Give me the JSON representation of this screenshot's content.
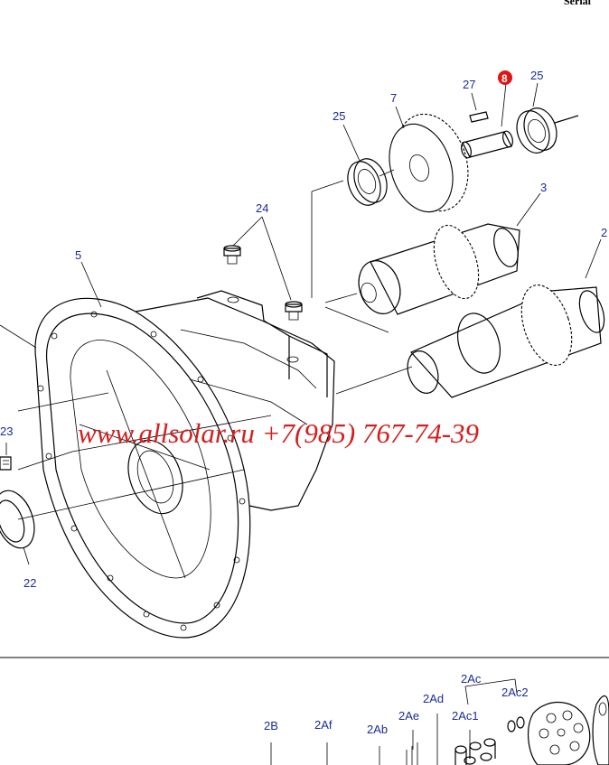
{
  "corner_text": "Serial",
  "watermark": "www.allsolar.ru +7(985) 767-74-39",
  "highlight_color": "#e01414",
  "label_color": "#1a2a9c",
  "callouts": {
    "c7": "7",
    "c27": "27",
    "c8": "8",
    "c25a": "25",
    "c25b": "25",
    "c3": "3",
    "c2": "2",
    "c24": "24",
    "c5": "5",
    "c23": "23",
    "c22": "22",
    "c2Ac": "2Ac",
    "c2Ac2": "2Ac2",
    "c2Ad": "2Ad",
    "c2Ae": "2Ae",
    "c2Ac1": "2Ac1",
    "c2B": "2B",
    "c2Af": "2Af",
    "c2Ab": "2Ab"
  }
}
